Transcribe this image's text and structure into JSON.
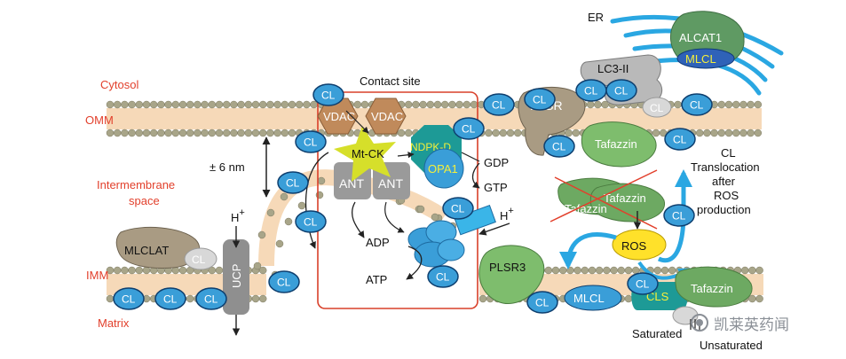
{
  "side_labels": {
    "cytosol": "Cytosol",
    "omm": "OMM",
    "intermembrane_line1": "Intermembrane",
    "intermembrane_line2": "space",
    "imm": "IMM",
    "matrix": "Matrix"
  },
  "labels": {
    "contact_site": "Contact site",
    "distance": "± 6 nm",
    "er": "ER",
    "alcat1": "ALCAT1",
    "mlcl": "MLCL",
    "lc3": "LC3-II",
    "plsr": "PLSR",
    "plsr3": "PLSR3",
    "mlclat": "MLCLAT",
    "ucp": "UCP",
    "h": "H",
    "plus": "+",
    "vdac": "VDAC",
    "mtck": "Mt-CK",
    "ant": "ANT",
    "nddk": "NDPK-D",
    "opa1": "OPA1",
    "gdp": "GDP",
    "gtp": "GTP",
    "adp": "ADP",
    "atp": "ATP",
    "tafazzin": "Tafazzin",
    "ros": "ROS",
    "cls": "CLS",
    "saturated": "Saturated",
    "unsaturated": "Unsaturated",
    "cl": "CL",
    "trans_1": "CL",
    "trans_2": "Translocation",
    "trans_3": "after",
    "trans_4": "ROS",
    "trans_5": "production"
  },
  "watermark": {
    "text": "凯莱英药闻"
  },
  "colors": {
    "membrane": "#f6d9b8",
    "head": "#a8a589",
    "cl_fill": "#3a9ed8",
    "cl_edge": "#0e3f6f",
    "label_red": "#e2402c",
    "er_blue": "#2aa7e2",
    "green_enzyme": "#5f9a63",
    "teal": "#1d9a96",
    "ros_yellow": "#ffe12a",
    "vdac_brown": "#c08a5b",
    "plsr_tan": "#a99b83",
    "contact_box": "#d9402a"
  }
}
